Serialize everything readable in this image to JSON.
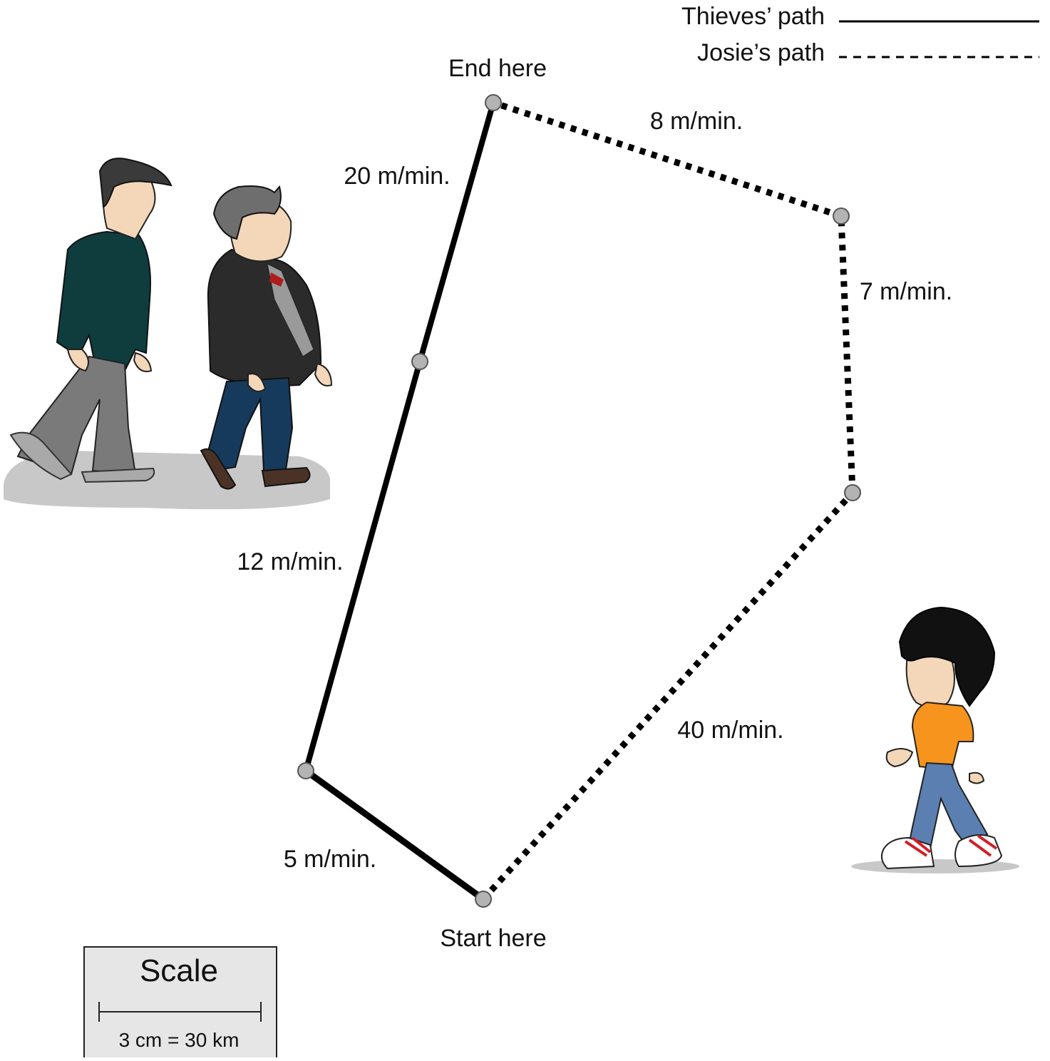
{
  "legend": {
    "thieves_label": "Thieves’ path",
    "josie_label": "Josie’s path"
  },
  "markers": {
    "end_label": "End here",
    "start_label": "Start here"
  },
  "thieves_segments": [
    {
      "speed_label": "5 m/min."
    },
    {
      "speed_label": "12 m/min."
    },
    {
      "speed_label": "20 m/min."
    }
  ],
  "josie_segments": [
    {
      "speed_label": "40 m/min."
    },
    {
      "speed_label": "7 m/min."
    },
    {
      "speed_label": "8 m/min."
    }
  ],
  "scale": {
    "title": "Scale",
    "equation": "3 cm = 30 km"
  },
  "colors": {
    "path": "#000000",
    "node_fill": "#b3b3b3",
    "scale_box_fill": "#e6e6e6",
    "ground_shadow": "#c8c8c8",
    "josie_shirt": "#f7941d",
    "josie_jeans": "#5b7fb0",
    "thief1_sweater": "#0f3d3e",
    "thief2_jacket": "#2b2b2b"
  },
  "illustrations": {
    "thieves": "two-men-walking-illustration",
    "josie": "girl-walking-illustration"
  }
}
